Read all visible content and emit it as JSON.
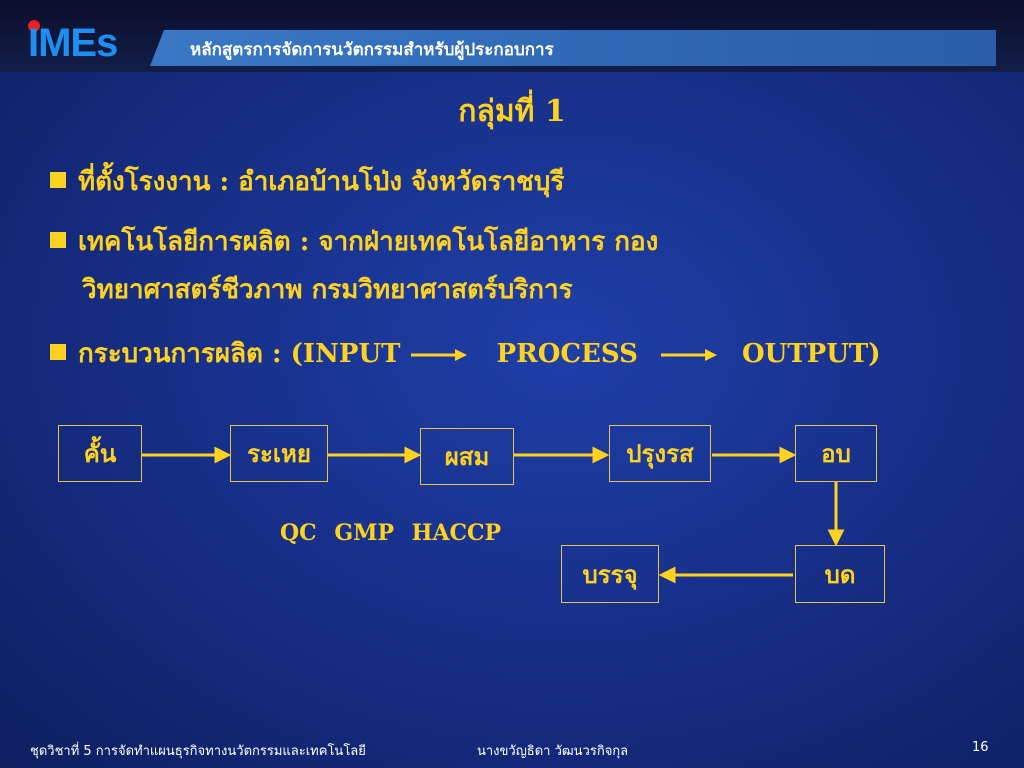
{
  "header": {
    "logo_text": "IMEs",
    "banner_text": "หลักสูตรการจัดการนวัตกรรมสำหรับผู้ประกอบการ"
  },
  "slide": {
    "title": "กลุ่มที่   1",
    "bullets": [
      "ที่ตั้งโรงงาน  :  อำเภอบ้านโป่ง  จังหวัดราชบุรี",
      "เทคโนโลยีการผลิต  :  จากฝ่ายเทคโนโลยีอาหาร  กอง",
      "วิทยาศาสตร์ชีวภาพ  กรมวิทยาศาสตร์บริการ"
    ],
    "process_line": {
      "prefix": "กระบวนการผลิต  :  (INPUT",
      "middle": "PROCESS",
      "suffix": "OUTPUT)"
    },
    "flow_boxes": [
      "คั้น",
      "ระเหย",
      "ผสม",
      "ปรุงรส",
      "อบ",
      "บด",
      "บรรจุ"
    ],
    "quality_labels": "QC   GMP   HACCP"
  },
  "footer": {
    "left": "ชุดวิชาที่ 5  การจัดทำแผนธุรกิจทางนวัตกรรมและเทคโนโลยี",
    "center": "นางขวัญธิดา  วัฒนวรกิจกุล",
    "page": "16"
  },
  "colors": {
    "accent": "#ffd21f",
    "background": "#17308a",
    "banner": "#3a78c6"
  }
}
